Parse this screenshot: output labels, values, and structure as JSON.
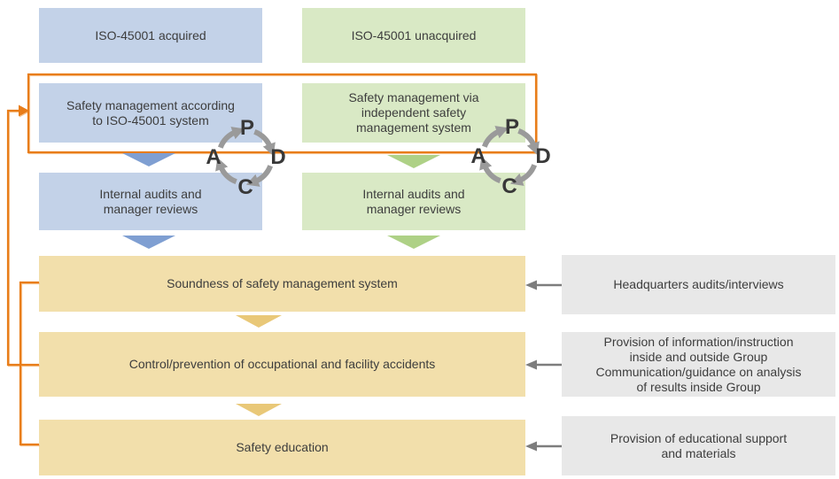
{
  "diagram": {
    "left_column": {
      "header": "ISO-45001 acquired",
      "management_lines": [
        "Safety management according",
        "to ISO-45001 system"
      ],
      "audit_lines": [
        "Internal audits and",
        "manager reviews"
      ]
    },
    "right_column": {
      "header": "ISO-45001 unacquired",
      "management_lines": [
        "Safety management via",
        "independent safety",
        "management system"
      ],
      "audit_lines": [
        "Internal audits and",
        "manager reviews"
      ]
    },
    "pdca": {
      "plan": "P",
      "do": "D",
      "check": "C",
      "act": "A"
    },
    "outcomes": [
      {
        "label": "Soundness of safety management system"
      },
      {
        "label": "Control/prevention of occupational and facility accidents"
      },
      {
        "label": "Safety education"
      }
    ],
    "supports": [
      {
        "lines": [
          "Headquarters audits/interviews"
        ]
      },
      {
        "lines": [
          "Provision of information/instruction",
          "inside and outside Group",
          "Communication/guidance on analysis",
          "of results inside Group"
        ]
      },
      {
        "lines": [
          "Provision of educational support",
          "and materials"
        ]
      }
    ],
    "colors": {
      "box_blue": "#c3d2e8",
      "box_green": "#d9e9c5",
      "box_tan": "#f2dfab",
      "box_gray": "#e8e8e8",
      "chevron_blue": "#7f9fd2",
      "chevron_green": "#aed186",
      "chevron_tan": "#e9c878",
      "feedback_orange": "#e87d1a",
      "feedback_orange_light": "#f7c48f",
      "cycle_gray": "#9a9a9a",
      "arrow_gray": "#7d7d7d",
      "text": "#3d3d3d"
    }
  }
}
